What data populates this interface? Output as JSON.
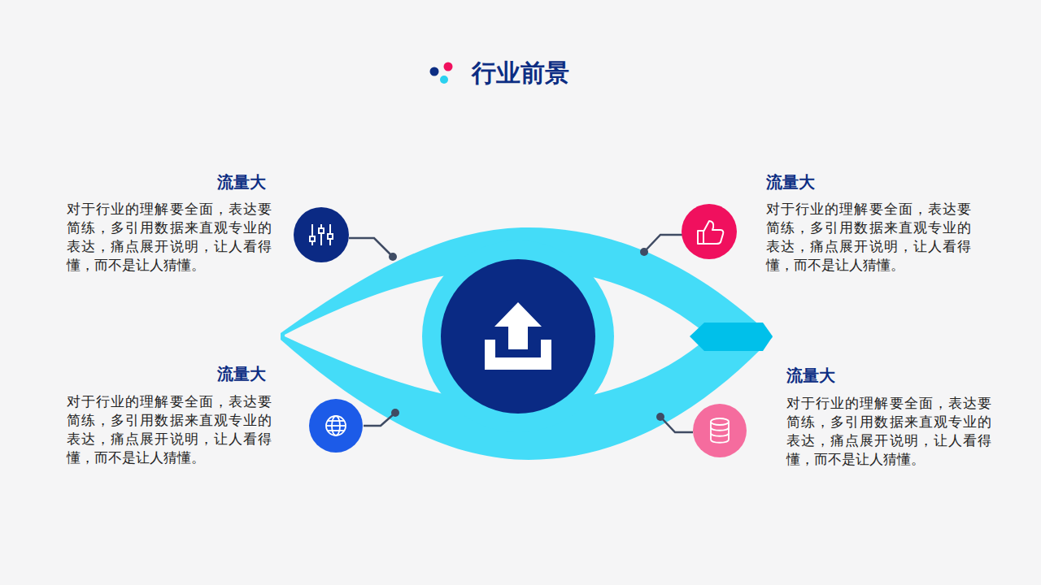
{
  "diagram": {
    "title": "行业前景",
    "labels": [
      "流量大",
      "对于行业的理解要全面，表达要简练，多引用数据来直观专业的表达，痛点展开说明，让人看得懂，而不是让人猜懂。",
      "流量大",
      "对于行业的理解要全面，表达要简练，多引用数据来直观专业的表达，痛点展开说明，让人看得懂，而不是让人猜懂。",
      "流量大",
      "对于行业的理解要全面，表达要简练，多引用数据来直观专业的表达，痛点展开说明，让人看得懂，而不是让人猜懂。",
      "流量大",
      "对于行业的理解要全面，表达要简练，多引用数据来直观专业的表达，痛点展开说明，让人看得懂，而不是让人猜懂。"
    ]
  }
}
